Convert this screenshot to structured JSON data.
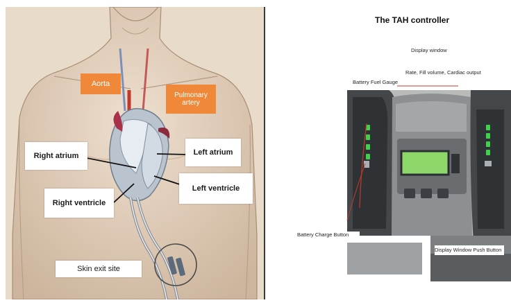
{
  "left_diagram": {
    "labels": {
      "aorta": "Aorta",
      "pulmonary_artery": "Pulmonary artery",
      "right_atrium": "Right atrium",
      "left_atrium": "Left atrium",
      "right_ventricle": "Right ventricle",
      "left_ventricle": "Left ventricle",
      "skin_exit_site": "Skin exit site"
    },
    "colors": {
      "label_accent": "#f0883a",
      "skin": "#e6d6c4"
    }
  },
  "right_diagram": {
    "title": "The TAH controller",
    "annotations": {
      "display_window": "Display window",
      "rate_fill_output": "Rate, Fill volume, Cardiac output",
      "battery_fuel_gauge": "Battery Fuel Gauge",
      "battery_charge_button": "Battery Charge Button",
      "display_push_button": "Display Window Push Button"
    },
    "colors": {
      "led": "#3fd14a",
      "lcd": "#8cd66a",
      "pointer": "#c0392b"
    }
  }
}
